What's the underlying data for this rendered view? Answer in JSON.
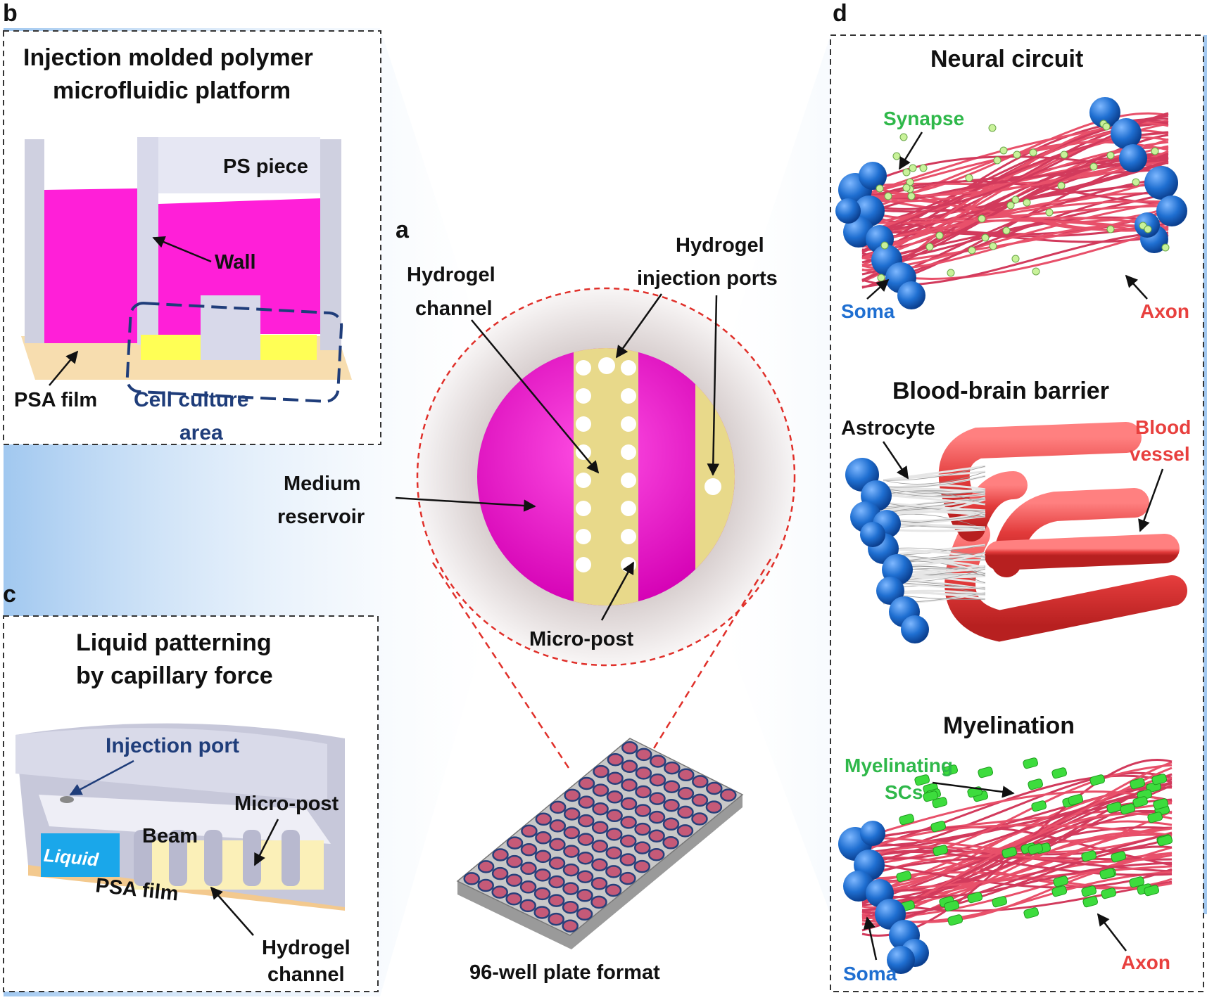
{
  "panels": {
    "a": {
      "letter": "a",
      "labels": {
        "hydrogel_channel_line1": "Hydrogel",
        "hydrogel_channel_line2": "channel",
        "injection_ports_line1": "Hydrogel",
        "injection_ports_line2": "injection ports",
        "medium_reservoir_line1": "Medium",
        "medium_reservoir_line2": "reservoir",
        "micro_post": "Micro-post",
        "plate_format": "96-well plate format"
      }
    },
    "b": {
      "letter": "b",
      "title_line1": "Injection molded polymer",
      "title_line2": "microfluidic platform",
      "labels": {
        "ps_piece": "PS piece",
        "wall": "Wall",
        "psa_film": "PSA film",
        "cell_culture_line1": "Cell culture",
        "cell_culture_line2": "area"
      }
    },
    "c": {
      "letter": "c",
      "title_line1": "Liquid patterning",
      "title_line2": "by capillary force",
      "labels": {
        "injection_port": "Injection port",
        "micro_post": "Micro-post",
        "beam": "Beam",
        "liquid": "Liquid",
        "psa_film": "PSA film",
        "hydrogel_channel_line1": "Hydrogel",
        "hydrogel_channel_line2": "channel"
      }
    },
    "d": {
      "letter": "d",
      "neural": {
        "title": "Neural circuit",
        "synapse": "Synapse",
        "soma": "Soma",
        "axon": "Axon"
      },
      "bbb": {
        "title": "Blood-brain barrier",
        "astrocyte": "Astrocyte",
        "blood_line1": "Blood",
        "blood_line2": "vessel"
      },
      "myelin": {
        "title": "Myelination",
        "myelinating_line1": "Myelinating",
        "myelinating_line2": "SCs",
        "soma": "Soma",
        "axon": "Axon"
      }
    }
  },
  "colors": {
    "magenta": "#ff1fd8",
    "hydrogel_yellow": "#eadc8e",
    "axon_red": "#e8506a",
    "soma_blue": "#1f6fd1",
    "myelin_green": "#3ddc3d",
    "funnel_blue": "#a9cdf2",
    "navy": "#1f3d7a"
  }
}
